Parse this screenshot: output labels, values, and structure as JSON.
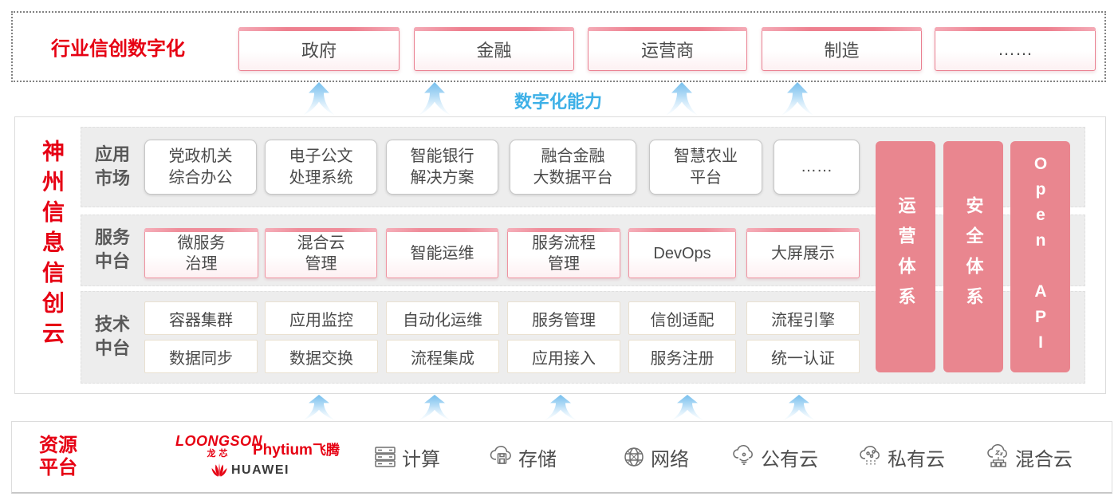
{
  "colors": {
    "accent_red": "#e60013",
    "pillar_pink": "#e9868f",
    "capability_blue": "#3db0e7",
    "arrow_blue": "#7fc3ee"
  },
  "top_banner": {
    "label": "行业信创数字化",
    "industries": [
      "政府",
      "金融",
      "运营商",
      "制造",
      "……"
    ]
  },
  "capability_label": "数字化能力",
  "platform": {
    "vertical_title": "神州信息信创云",
    "app_row": {
      "label": "应用\n市场",
      "items": [
        "党政机关\n综合办公",
        "电子公文\n处理系统",
        "智能银行\n解决方案",
        "融合金融\n大数据平台",
        "智慧农业\n平台",
        "……"
      ]
    },
    "service_row": {
      "label": "服务\n中台",
      "items": [
        "微服务\n治理",
        "混合云\n管理",
        "智能运维",
        "服务流程\n管理",
        "DevOps",
        "大屏展示"
      ]
    },
    "tech_row": {
      "label": "技术\n中台",
      "items_top": [
        "容器集群",
        "应用监控",
        "自动化运维",
        "服务管理",
        "信创适配",
        "流程引擎"
      ],
      "items_bottom": [
        "数据同步",
        "数据交换",
        "流程集成",
        "应用接入",
        "服务注册",
        "统一认证"
      ]
    },
    "pillars": [
      "运营体系",
      "安全体系",
      "Open API"
    ]
  },
  "resources": {
    "label": "资源\n平台",
    "vendors": {
      "loongson": "LOONGSON",
      "loongson_cn": "龙芯",
      "phytium": "Phytium",
      "phytium_cn": "飞腾",
      "huawei": "HUAWEI"
    },
    "items": [
      "计算",
      "存储",
      "网络",
      "公有云",
      "私有云",
      "混合云"
    ]
  }
}
